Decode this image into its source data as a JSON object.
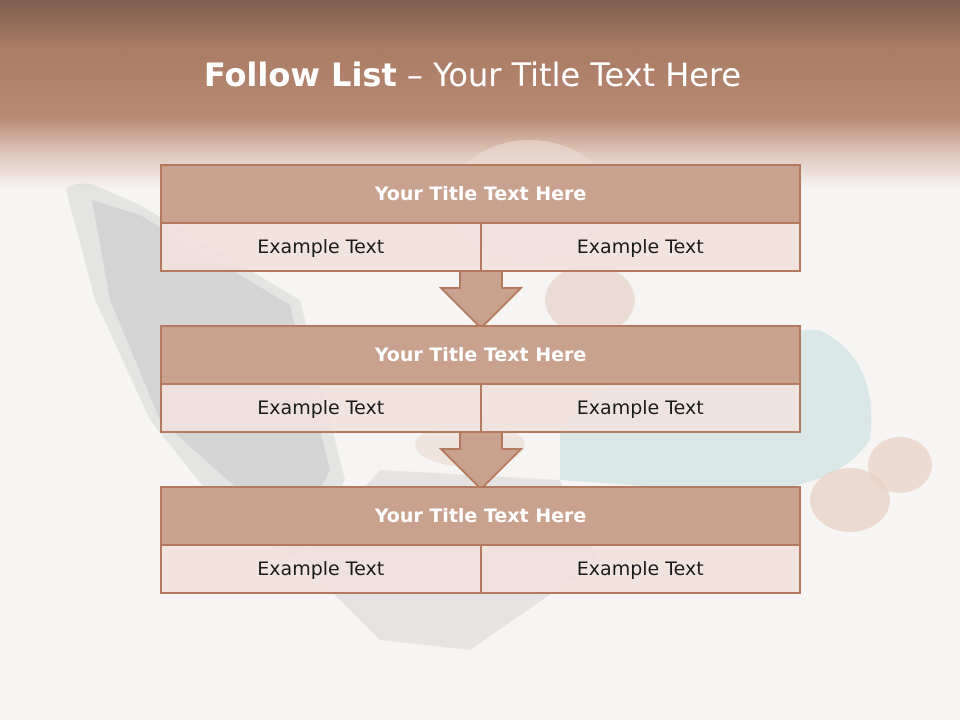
{
  "slide": {
    "title_bold": "Follow List",
    "title_rest": " – Your Title Text Here"
  },
  "blocks": [
    {
      "title": "Your Title Text Here",
      "left": "Example Text",
      "right": "Example Text"
    },
    {
      "title": "Your Title Text Here",
      "left": "Example Text",
      "right": "Example Text"
    },
    {
      "title": "Your Title Text Here",
      "left": "Example Text",
      "right": "Example Text"
    }
  ],
  "colors": {
    "header": "#b98a73",
    "box_head": "#c9a18f",
    "box_border": "#b47a60",
    "box_body": "#f0e2dd"
  },
  "icons": [
    "down-arrow-icon"
  ]
}
